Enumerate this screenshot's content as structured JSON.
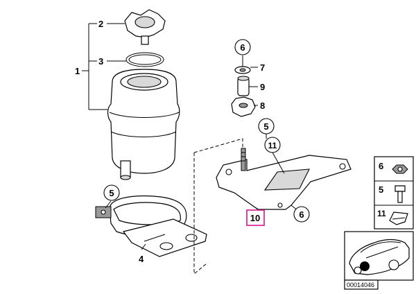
{
  "callouts": {
    "c1": "1",
    "c2": "2",
    "c3": "3",
    "c4": "4",
    "c5_clamp": "5",
    "c5_bracket": "5",
    "c6_top": "6",
    "c7": "7",
    "c8": "8",
    "c9": "9",
    "c10": "10",
    "c11": "11",
    "c6_bracket": "6"
  },
  "legend": {
    "item_6": "6",
    "item_5": "5",
    "item_11": "11"
  },
  "diagram_code": "00014046",
  "colors": {
    "highlight": "#d4148c"
  }
}
